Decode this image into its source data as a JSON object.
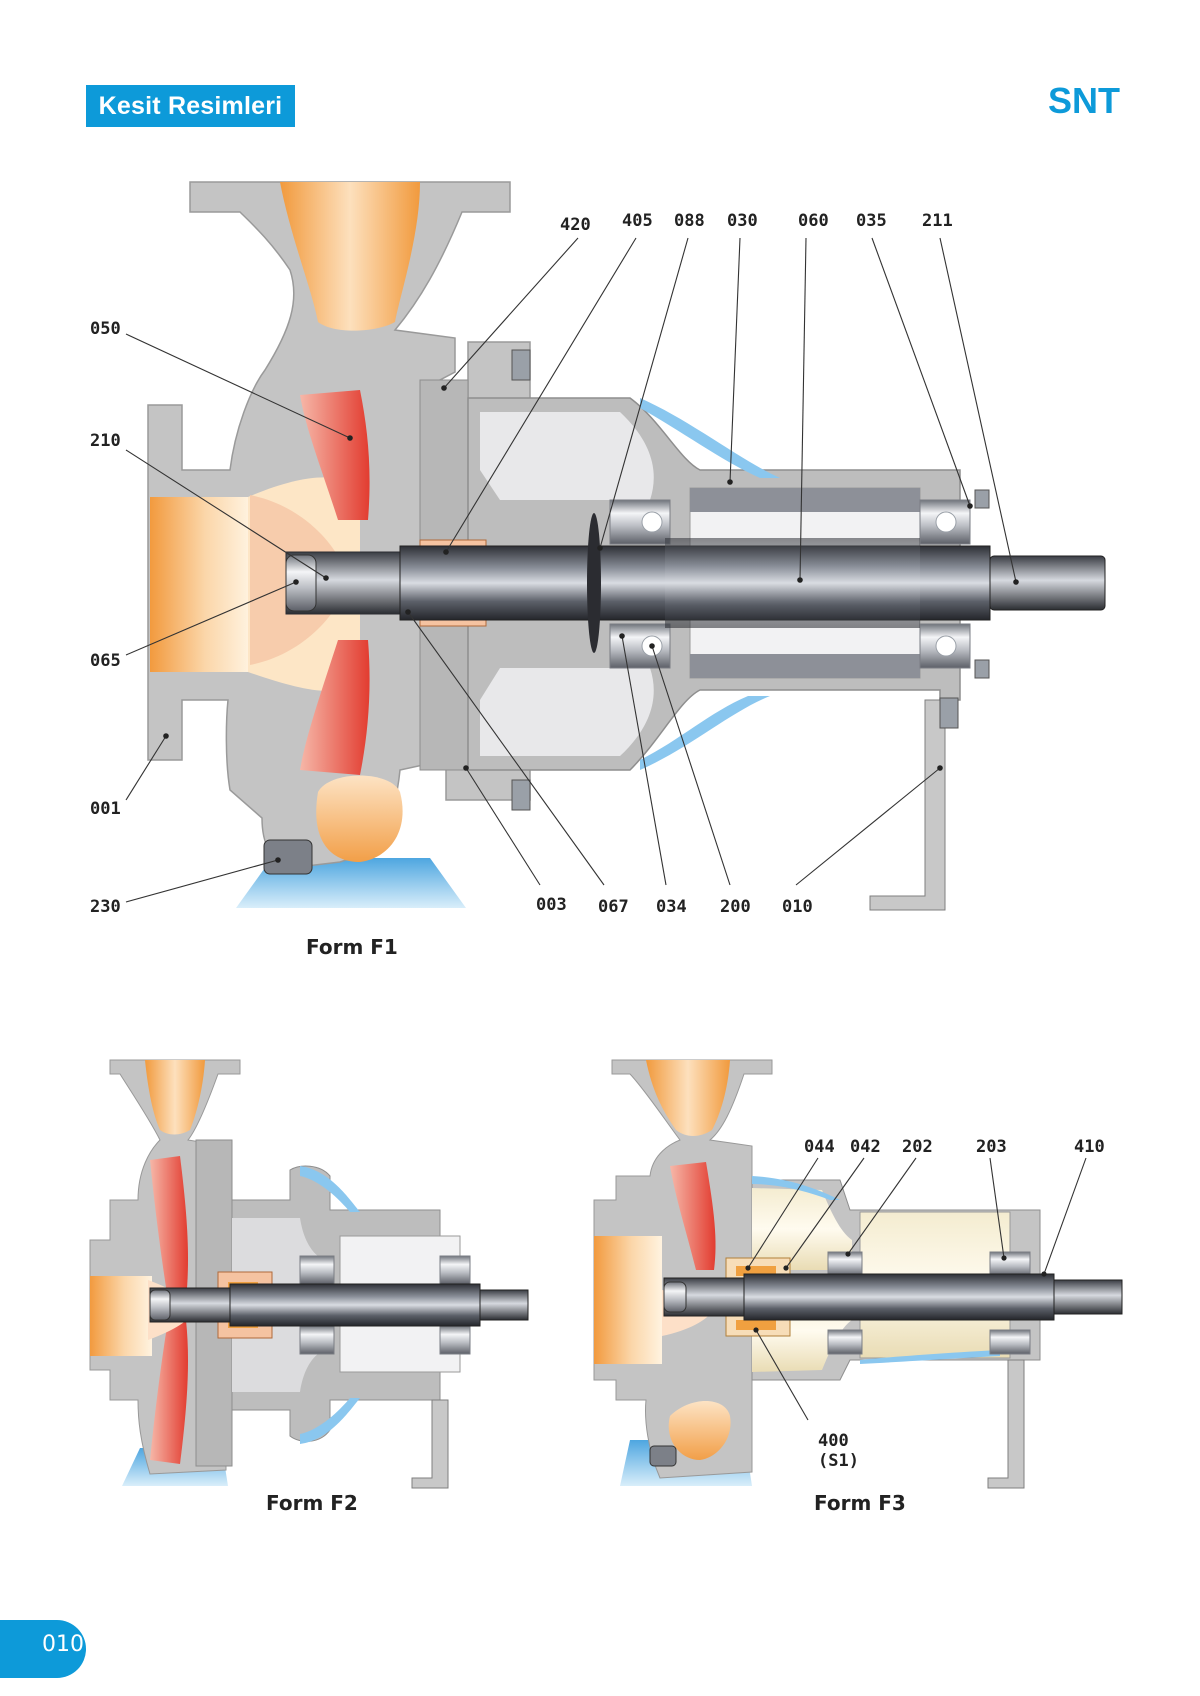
{
  "header": {
    "section_title": "Kesit Resimleri",
    "brand": "SNT"
  },
  "footer": {
    "page_number": "010"
  },
  "form_f1": {
    "caption": "Form F1",
    "labels": [
      "420",
      "405",
      "088",
      "030",
      "060",
      "035",
      "211",
      "050",
      "210",
      "065",
      "001",
      "230",
      "003",
      "067",
      "034",
      "200",
      "010"
    ]
  },
  "form_f2": {
    "caption": "Form F2"
  },
  "form_f3": {
    "caption": "Form F3",
    "labels": [
      "044",
      "042",
      "202",
      "203",
      "410"
    ],
    "seal_label": "400",
    "seal_sublabel": "(S1)"
  },
  "colors": {
    "accent": "#0d9ad9",
    "casing": "#c4c4c4",
    "fluid": "#f3a04a",
    "impeller": "#e5433a",
    "shaft": "#4a4d55",
    "base_blue": "#5aaee2"
  }
}
